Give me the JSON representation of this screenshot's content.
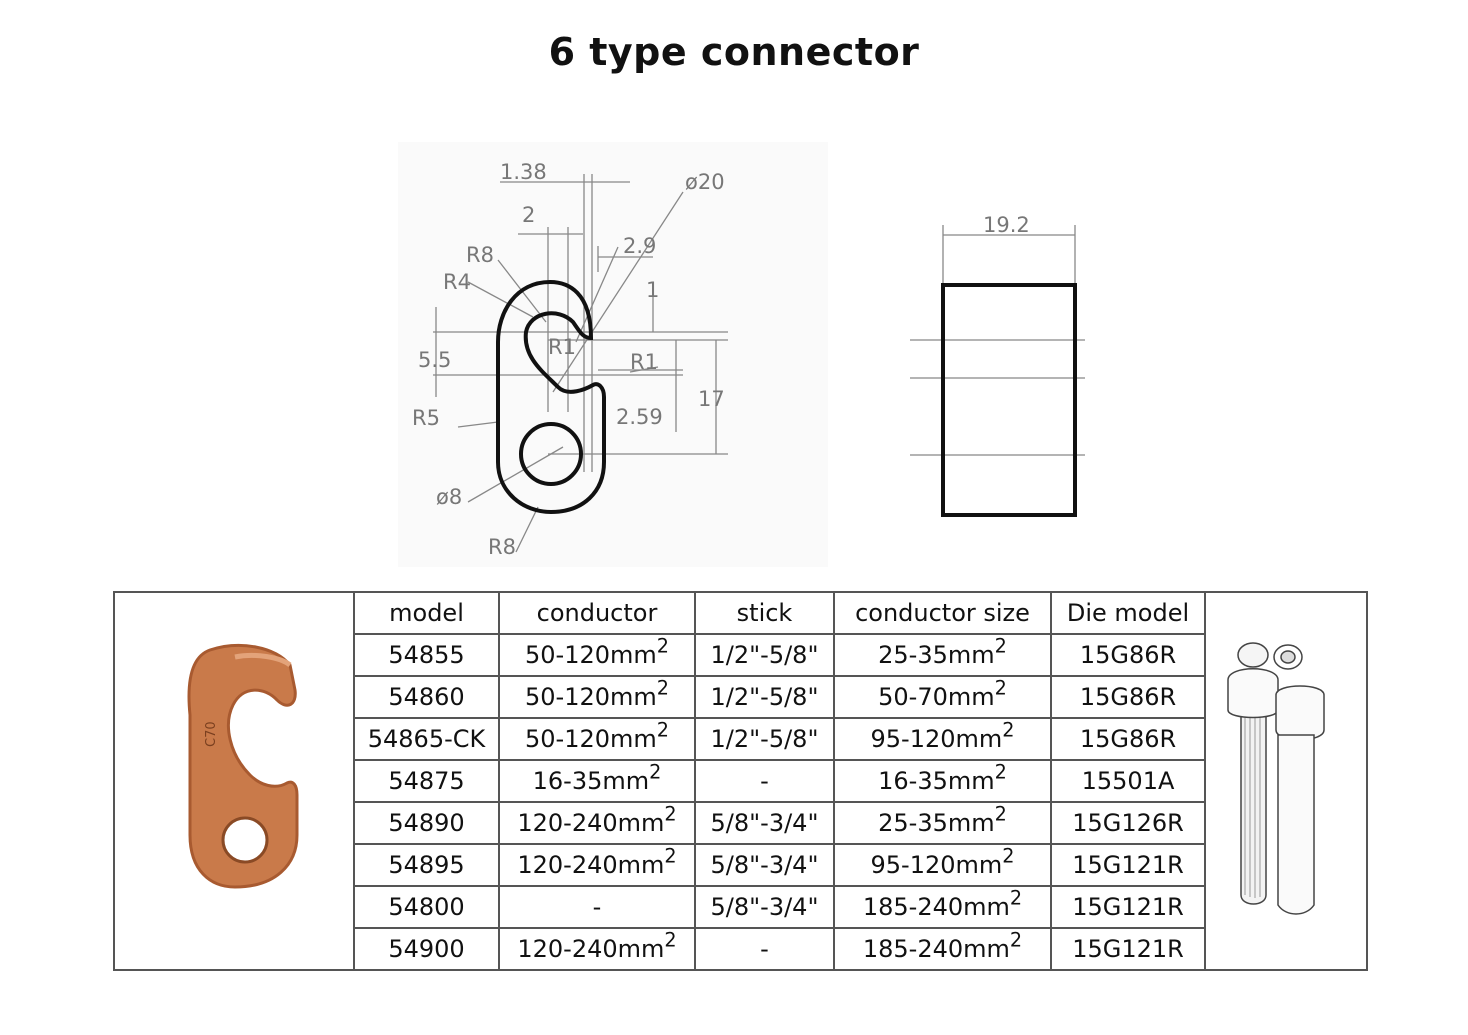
{
  "title": "6 type connector",
  "drawing": {
    "dimensions": [
      "1.38",
      "ø20",
      "2",
      "2.9",
      "R8",
      "R4",
      "1",
      "5.5",
      "R1",
      "R1",
      "17",
      "R5",
      "2.59",
      "ø8",
      "R8"
    ],
    "side_dimension": "19.2"
  },
  "table": {
    "headers": [
      "model",
      "conductor",
      "stick",
      "conductor size",
      "Die model"
    ],
    "rows": [
      {
        "model": "54855",
        "conductor": "50-120mm",
        "conductor_sup": "2",
        "stick": "1/2\"-5/8\"",
        "size": "25-35mm",
        "size_sup": "2",
        "die": "15G86R"
      },
      {
        "model": "54860",
        "conductor": "50-120mm",
        "conductor_sup": "2",
        "stick": "1/2\"-5/8\"",
        "size": "50-70mm",
        "size_sup": "2",
        "die": "15G86R"
      },
      {
        "model": "54865-CK",
        "conductor": "50-120mm",
        "conductor_sup": "2",
        "stick": "1/2\"-5/8\"",
        "size": "95-120mm",
        "size_sup": "2",
        "die": "15G86R"
      },
      {
        "model": "54875",
        "conductor": "16-35mm",
        "conductor_sup": "2",
        "stick": "-",
        "size": "16-35mm",
        "size_sup": "2",
        "die": "15501A"
      },
      {
        "model": "54890",
        "conductor": "120-240mm",
        "conductor_sup": "2",
        "stick": "5/8\"-3/4\"",
        "size": "25-35mm",
        "size_sup": "2",
        "die": "15G126R"
      },
      {
        "model": "54895",
        "conductor": "120-240mm",
        "conductor_sup": "2",
        "stick": "5/8\"-3/4\"",
        "size": "95-120mm",
        "size_sup": "2",
        "die": "15G121R"
      },
      {
        "model": "54800",
        "conductor": "-",
        "conductor_sup": "",
        "stick": "5/8\"-3/4\"",
        "size": "185-240mm",
        "size_sup": "2",
        "die": "15G121R"
      },
      {
        "model": "54900",
        "conductor": "120-240mm",
        "conductor_sup": "2",
        "stick": "-",
        "size": "185-240mm",
        "size_sup": "2",
        "die": "15G121R"
      }
    ]
  },
  "product_photo": {
    "stamp": "C70",
    "color": "#c97a4a"
  },
  "colors": {
    "copper": "#c97a4a",
    "copper_dark": "#a85a30",
    "border": "#555555"
  }
}
